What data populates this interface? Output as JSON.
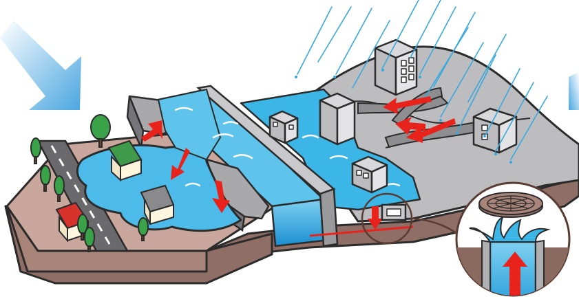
{
  "illustration": {
    "subject": "urban-flood-overflow-scene",
    "components": [
      "incoming-wind-arrow-left",
      "incoming-wind-arrow-right",
      "rain-streaks",
      "residential-district-flooded",
      "broken-levee",
      "river-channel",
      "hillside-town-runoff",
      "underground-drain-overflow",
      "manhole-cover-inset"
    ]
  },
  "colors": {
    "water_light": "#9fdcf3",
    "water_mid": "#3cb6e6",
    "water_deep": "#1a8fd0",
    "ground": "#c9a79c",
    "ground_side": "#8f6e66",
    "concrete": "#a9a9ab",
    "concrete_dark": "#6f6f72",
    "outline": "#2b2b2b",
    "flow_arrow": "#e8231c",
    "sky_arrow": "#6cb7e6",
    "tree": "#3aa34a",
    "roof_red": "#d8322c",
    "roof_green": "#3f9a4a",
    "rain": "#38a8de"
  }
}
